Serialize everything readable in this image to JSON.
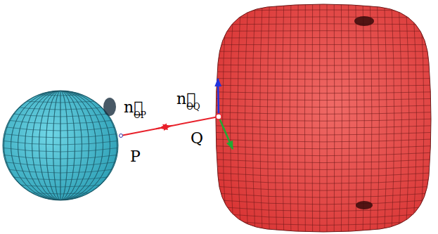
{
  "diagram": {
    "labels": [
      "n⃗",
      "OP",
      "n⃗",
      "OQ",
      "P",
      "Q"
    ]
  }
}
